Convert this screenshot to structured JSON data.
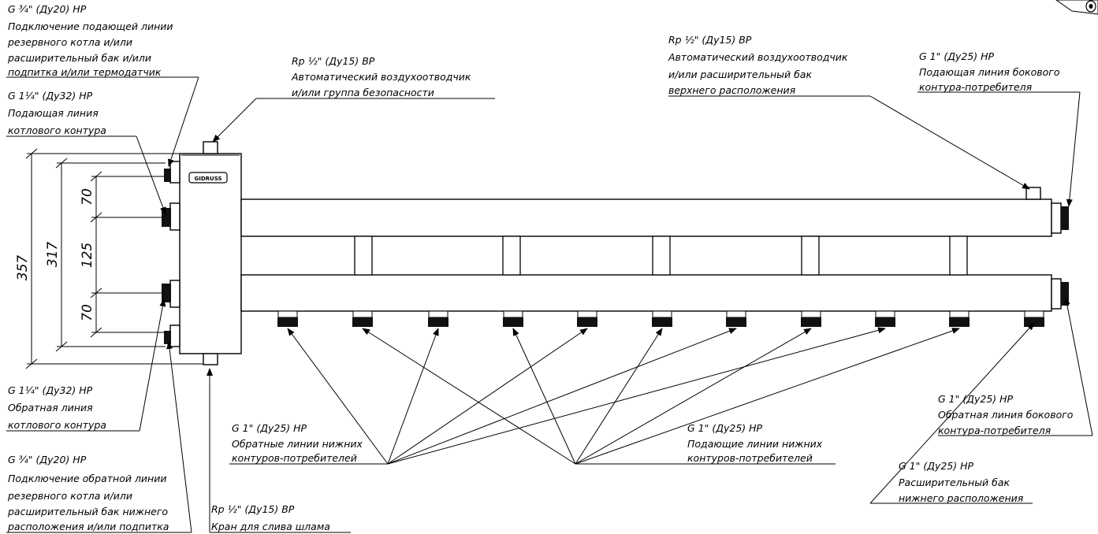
{
  "brand": "GIDRUSS",
  "dimensions": {
    "total": "357",
    "inner": "317",
    "top": "70",
    "middle": "125",
    "bottom": "70"
  },
  "labels": {
    "top_left_reserve": {
      "spec": "G ¾\" (Ду20) НР",
      "lines": [
        "Подключение подающей линии",
        "резервного котла и/или",
        "расширительный бак и/или",
        "подпитка и/или термодатчик"
      ]
    },
    "boiler_supply": {
      "spec": "G 1¼\" (Ду32) НР",
      "lines": [
        "Подающая линия",
        "котлового контура"
      ]
    },
    "air_vent_left": {
      "spec": "Rp ½\" (Ду15) ВР",
      "lines": [
        "Автоматический воздухоотводчик",
        "и/или группа безопасности"
      ]
    },
    "air_vent_right": {
      "spec": "Rp ½\" (Ду15) ВР",
      "lines": [
        "Автоматический воздухоотводчик",
        "и/или расширительный бак",
        "верхнего расположения"
      ]
    },
    "side_supply": {
      "spec": "G 1\" (Ду25) НР",
      "lines": [
        "Подающая линия бокового",
        "контура-потребителя"
      ]
    },
    "boiler_return": {
      "spec": "G 1¼\" (Ду32) НР",
      "lines": [
        "Обратная линия",
        "котлового контура"
      ]
    },
    "bottom_left_reserve": {
      "spec": "G ¾\" (Ду20) НР",
      "lines": [
        "Подключение обратной линии",
        "резервного котла и/или",
        "расширительный бак нижнего",
        "расположения и/или подпитка"
      ]
    },
    "sludge_valve": {
      "spec": "Rp ½\" (Ду15) ВР",
      "lines": [
        "Кран для слива шлама"
      ]
    },
    "lower_returns": {
      "spec": "G 1\" (Ду25) НР",
      "lines": [
        "Обратные линии нижних",
        "контуров-потребителей"
      ]
    },
    "lower_supplies": {
      "spec": "G 1\" (Ду25) НР",
      "lines": [
        "Подающие линии нижних",
        "контуров-потребителей"
      ]
    },
    "side_return": {
      "spec": "G 1\" (Ду25) НР",
      "lines": [
        "Обратная линия бокового",
        "контура-потребителя"
      ]
    },
    "expansion_lower": {
      "spec": "G 1\" (Ду25) НР",
      "lines": [
        "Расширительный бак",
        "нижнего расположения"
      ]
    }
  }
}
